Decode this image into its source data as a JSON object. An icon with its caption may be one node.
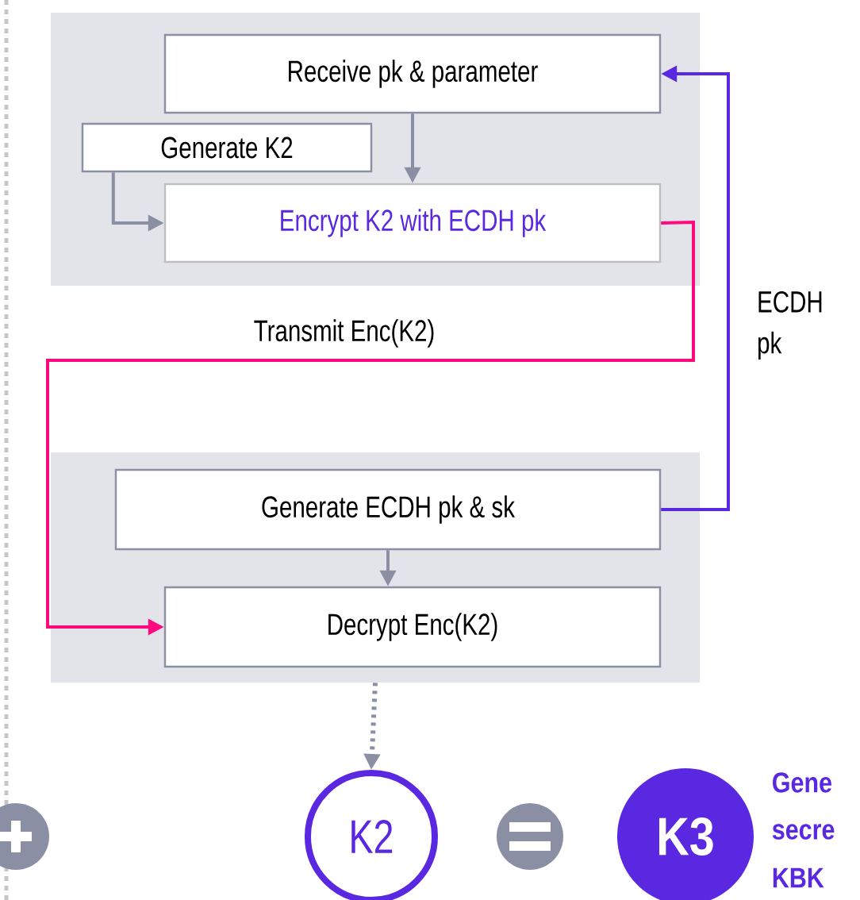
{
  "diagram": {
    "nodes": [
      {
        "text": [],
        "shape": "box"
      },
      {
        "text": [
          "Receive pk & parameter"
        ],
        "in": 0
      },
      {
        "text": [
          "Generate K2"
        ],
        "in": 0
      },
      {
        "text": [
          "Encrypt K2 with ECDH pk"
        ],
        "in": 0
      },
      {
        "text": [],
        "shape": "box"
      },
      {
        "text": [
          "Generate ECDH pk & sk"
        ],
        "in": 4
      },
      {
        "text": [
          "Decrypt Enc(K2)"
        ],
        "in": 4
      },
      {
        "text": [
          "K2"
        ]
      },
      {
        "text": [
          "K3"
        ],
        "beside": [
          "Gene",
          "secre",
          "KBK"
        ]
      }
    ],
    "edges": [
      {
        "from": 1,
        "to": 3,
        "arrow": "to"
      },
      {
        "from": 2,
        "to": 3,
        "arrow": "to"
      },
      {
        "from": 3,
        "to": 6,
        "arrow": "to",
        "label": "Transmit Enc(K2)",
        "color": "#ff0a7e"
      },
      {
        "from": 5,
        "to": 1,
        "arrow": "to",
        "label": "ECDH pk",
        "color": "#5a28e0"
      },
      {
        "from": 5,
        "to": 6,
        "arrow": "to"
      },
      {
        "from": 4,
        "to": 7,
        "arrow": "to",
        "style": "dashed"
      }
    ]
  }
}
